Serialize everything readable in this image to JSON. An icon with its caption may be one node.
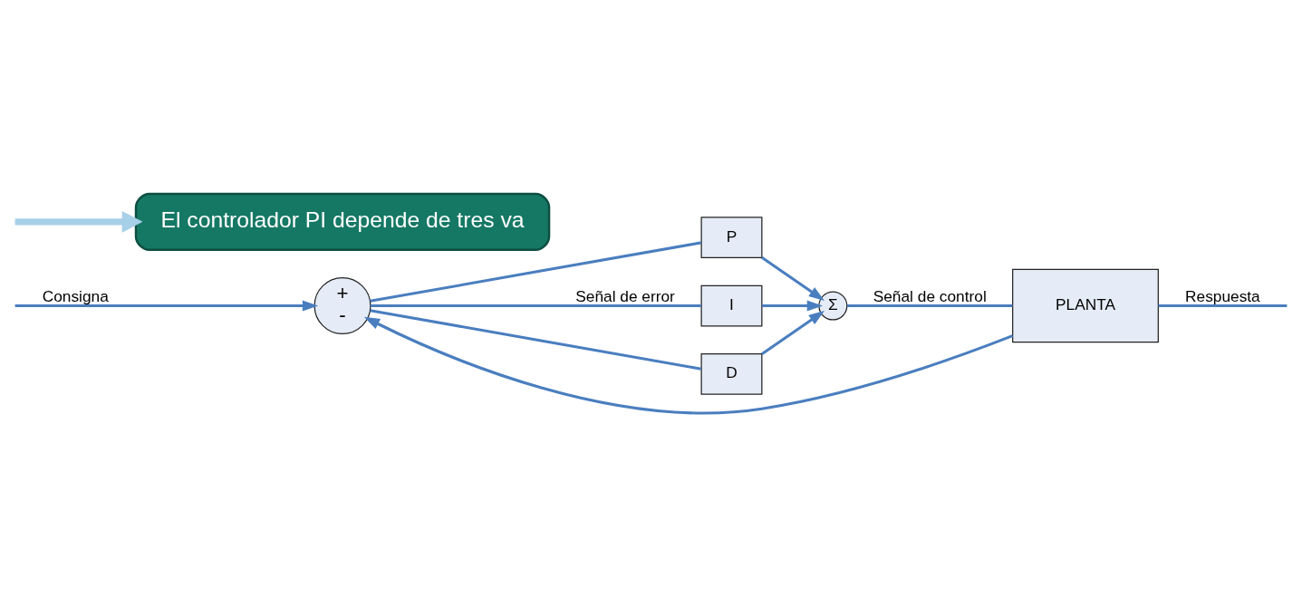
{
  "diagram": {
    "nodes": [
      {
        "text": [
          "+",
          "-"
        ]
      },
      {
        "text": [
          "P"
        ]
      },
      {
        "text": [
          "I"
        ]
      },
      {
        "text": [
          "D"
        ]
      },
      {
        "text": [
          "Σ"
        ]
      },
      {
        "text": [
          "PLANTA"
        ]
      },
      {
        "text": [
          "El controlador PI depende de tres va"
        ]
      }
    ],
    "edges": [
      {
        "from": null,
        "to": 0,
        "arrow": "to",
        "label": "Consigna"
      },
      {
        "from": 0,
        "to": 1,
        "arrow": "none"
      },
      {
        "from": 0,
        "to": 2,
        "arrow": "none",
        "label": "Señal de error"
      },
      {
        "from": 0,
        "to": 3,
        "arrow": "none"
      },
      {
        "from": 1,
        "to": 4,
        "arrow": "to"
      },
      {
        "from": 2,
        "to": 4,
        "arrow": "to"
      },
      {
        "from": 3,
        "to": 4,
        "arrow": "to"
      },
      {
        "from": 4,
        "to": 5,
        "arrow": "none",
        "label": "Señal de control"
      },
      {
        "from": 5,
        "to": null,
        "arrow": "none",
        "label": "Respuesta"
      },
      {
        "from": 5,
        "to": 0,
        "arrow": "to"
      },
      {
        "from": null,
        "to": 6,
        "arrow": "to",
        "style": "thick",
        "color": "#a6cfe8"
      }
    ]
  }
}
